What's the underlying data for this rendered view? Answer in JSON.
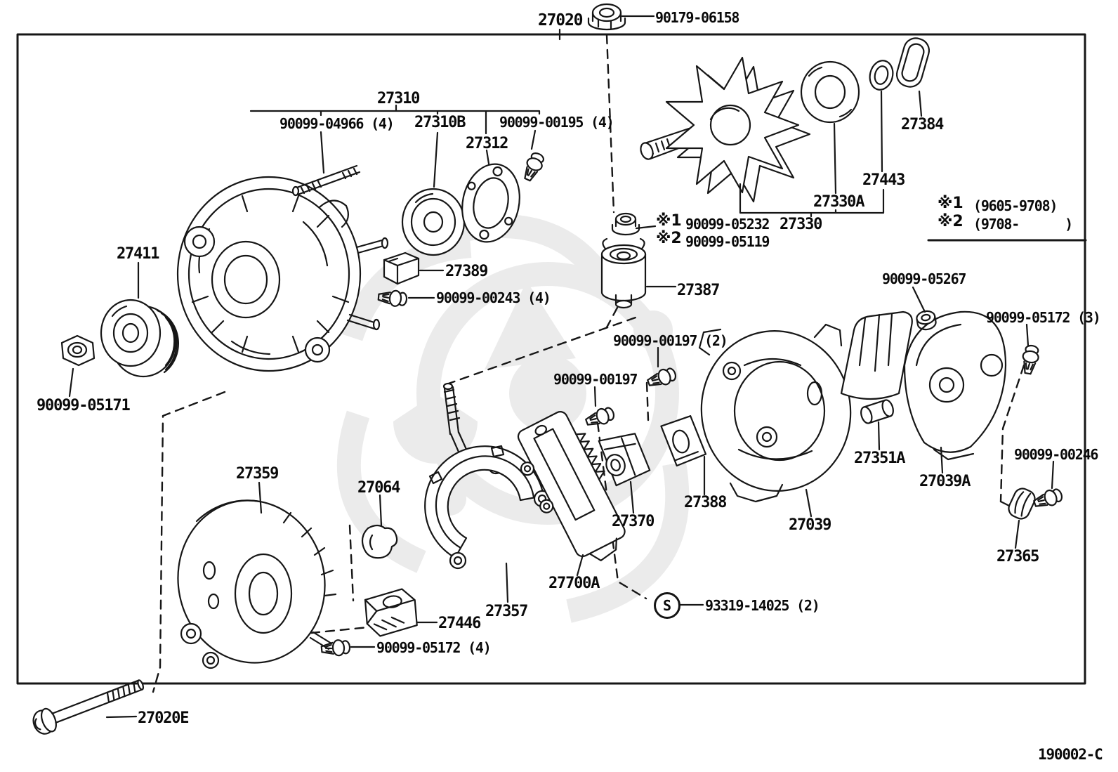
{
  "callouts": {
    "assembly": "27020",
    "nut_90179": "90179-06158",
    "group_27310": "27310",
    "stud_90099_04966": "90099-04966 (4)",
    "bearing_27310B": "27310B",
    "screw_90099_00195": "90099-00195 (4)",
    "plate_27312": "27312",
    "pulley_27411": "27411",
    "nut_90099_05171": "90099-05171",
    "cover_27389": "27389",
    "screw_90099_00243": "90099-00243 (4)",
    "ref1_mark": "※1",
    "nut_90099_05232": "90099-05232",
    "ref2_mark": "※2",
    "nut_90099_05119": "90099-05119",
    "insulator_27387": "27387",
    "bearing_27330A": "27330A",
    "rotor_27330": "27330",
    "cover_27443": "27443",
    "cover_27384": "27384",
    "nut_90099_05267": "90099-05267",
    "screw_90099_05172_3": "90099-05172 (3)",
    "screw_90099_00197_2": "90099-00197 (2)",
    "screw_90099_00197": "90099-00197",
    "frame_27359": "27359",
    "insulator_27064": "27064",
    "sleeve_27351A": "27351A",
    "cover_27039A": "27039A",
    "screw_90099_00246": "90099-00246",
    "clamp_27365": "27365",
    "holder_27388": "27388",
    "brush_27370": "27370",
    "frame_27039": "27039",
    "rectifier_27700A": "27700A",
    "retainer_27357": "27357",
    "insulator_27446": "27446",
    "screw_90099_05172_4": "90099-05172 (4)",
    "s_mark": "S",
    "screw_93319_14025": "93319-14025 (2)",
    "bolt_27020E": "27020E"
  },
  "notes": {
    "ref1_mark": "※1",
    "ref1_range": "(9605-9708)",
    "ref2_mark": "※2",
    "ref2_range": "(9708-      )"
  },
  "footer": {
    "drawing_code": "190002-C"
  }
}
